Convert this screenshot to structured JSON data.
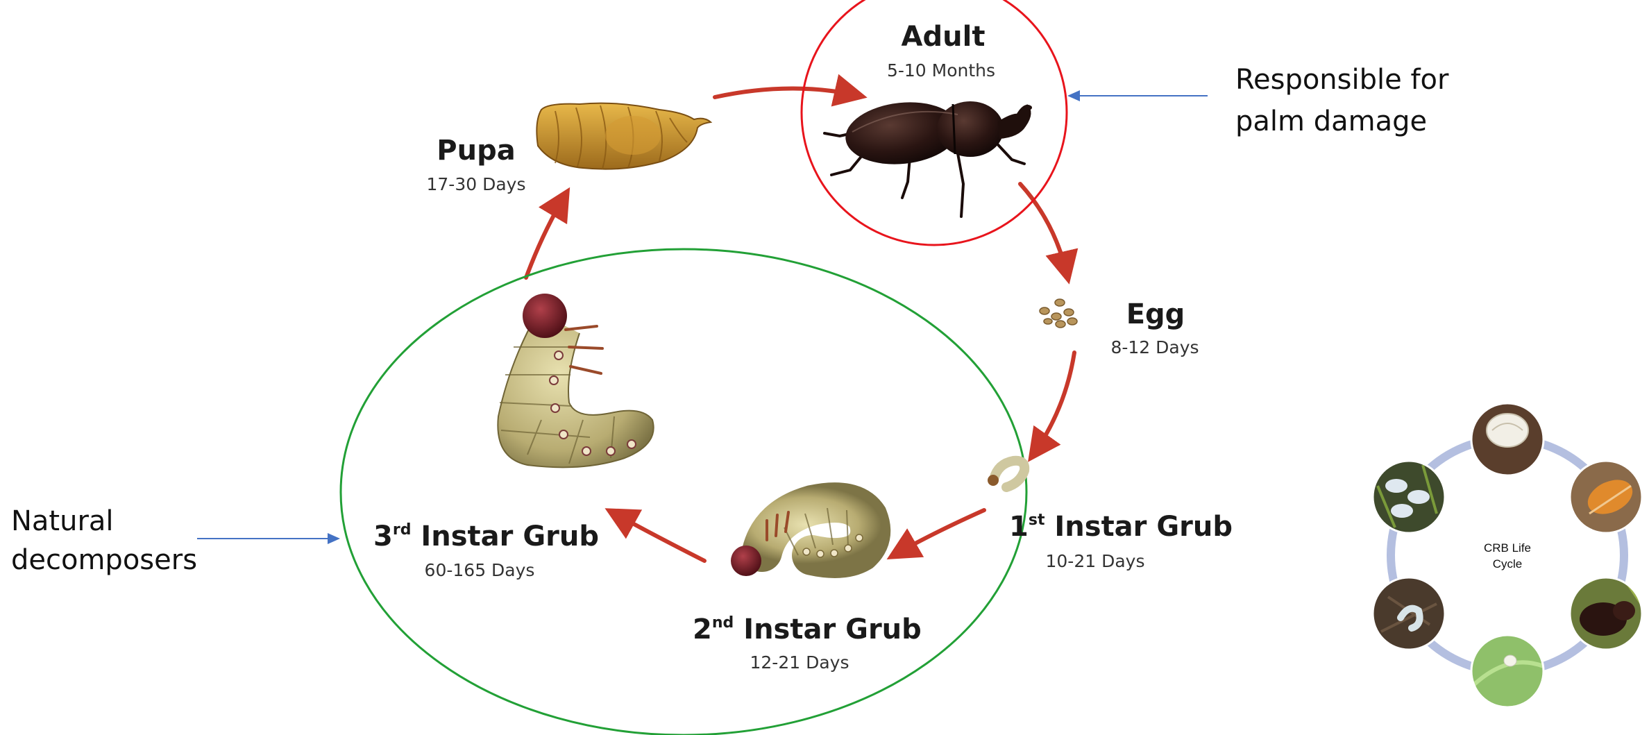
{
  "stages": {
    "adult": {
      "name": "Adult",
      "duration": "5-10 Months"
    },
    "egg": {
      "name": "Egg",
      "duration": "8-12 Days"
    },
    "instar1": {
      "num": "1",
      "sup": "st",
      "name": " Instar Grub",
      "duration": "10-21 Days"
    },
    "instar2": {
      "num": "2",
      "sup": "nd",
      "name": " Instar Grub",
      "duration": "12-21 Days"
    },
    "instar3": {
      "num": "3",
      "sup": "rd",
      "name": " Instar Grub",
      "duration": "60-165 Days"
    },
    "pupa": {
      "name": "Pupa",
      "duration": "17-30 Days"
    }
  },
  "annotations": {
    "adult_note": [
      "Responsible for",
      "palm damage"
    ],
    "grub_note": [
      "Natural",
      "decomposers"
    ]
  },
  "mini_cycle": {
    "label": [
      "CRB Life",
      "Cycle"
    ]
  },
  "colors": {
    "cycle_arrow": "#c8382a",
    "adult_circle": "#e8141c",
    "grub_ellipse": "#22a036",
    "pointer_arrow": "#4472c4",
    "mini_ring": "#b4bfe0"
  },
  "icons": [
    "beetle-icon",
    "egg-cluster-icon",
    "grub-icon",
    "pupa-icon"
  ]
}
